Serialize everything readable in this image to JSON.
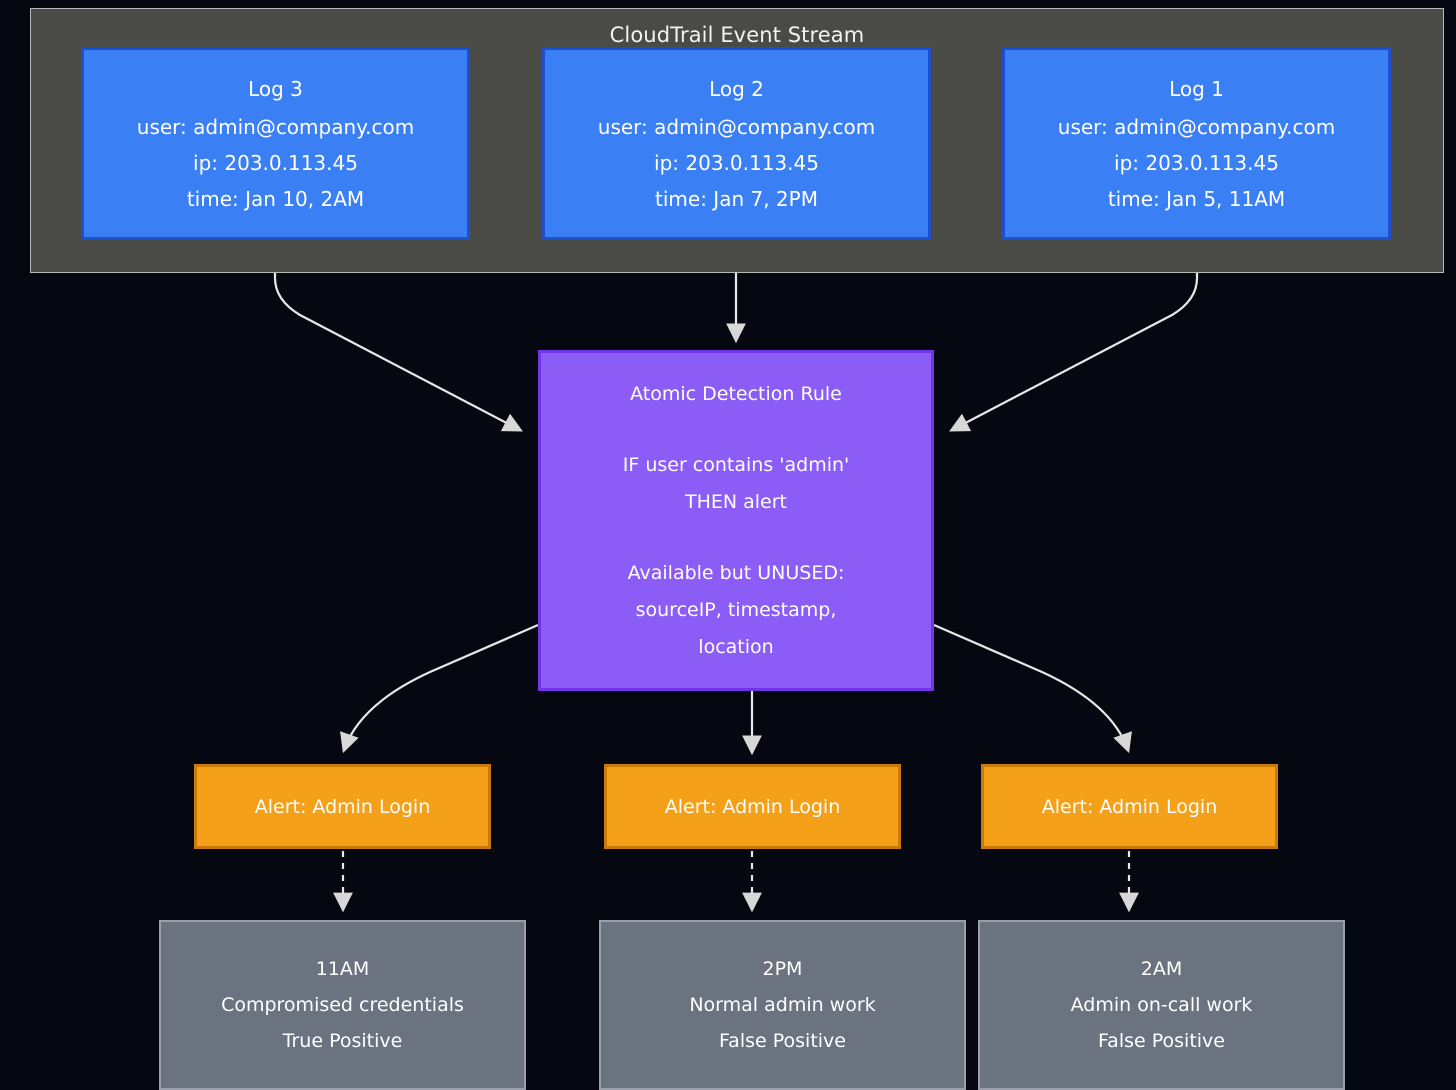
{
  "theme": {
    "background": "#050811",
    "subgraph_fill": "#4a4a47",
    "subgraph_border": "#b9b9b9",
    "log_fill": "#3b7ff5",
    "log_border": "#1f4fd0",
    "rule_fill": "#8b5cf6",
    "rule_border": "#7334e8",
    "alert_fill": "#f5a019",
    "alert_border": "#c97a0b",
    "outcome_fill": "#6b7280",
    "outcome_border": "#9aa0ab",
    "edge_color": "#e8e8e8",
    "text_color": "#ffffff"
  },
  "subgraph": {
    "title": "CloudTrail Event Stream"
  },
  "logs": [
    {
      "id": "log3",
      "title": "Log 3",
      "user": "user: admin@company.com",
      "ip": "ip: 203.0.113.45",
      "time": "time: Jan 10, 2AM"
    },
    {
      "id": "log2",
      "title": "Log 2",
      "user": "user: admin@company.com",
      "ip": "ip: 203.0.113.45",
      "time": "time: Jan 7, 2PM"
    },
    {
      "id": "log1",
      "title": "Log 1",
      "user": "user: admin@company.com",
      "ip": "ip: 203.0.113.45",
      "time": "time: Jan 5, 11AM"
    }
  ],
  "rule": {
    "title": "Atomic Detection Rule",
    "condition": "IF user contains 'admin'",
    "action": "THEN alert",
    "unused_heading": "Available but UNUSED:",
    "unused_fields_line1": "sourceIP, timestamp,",
    "unused_fields_line2": "location"
  },
  "alerts": [
    {
      "id": "alert1",
      "label": "Alert: Admin Login"
    },
    {
      "id": "alert2",
      "label": "Alert: Admin Login"
    },
    {
      "id": "alert3",
      "label": "Alert: Admin Login"
    }
  ],
  "outcomes": [
    {
      "id": "outcome1",
      "time": "11AM",
      "description": "Compromised credentials",
      "verdict": "True Positive"
    },
    {
      "id": "outcome2",
      "time": "2PM",
      "description": "Normal admin work",
      "verdict": "False Positive"
    },
    {
      "id": "outcome3",
      "time": "2AM",
      "description": "Admin on-call work",
      "verdict": "False Positive"
    }
  ]
}
